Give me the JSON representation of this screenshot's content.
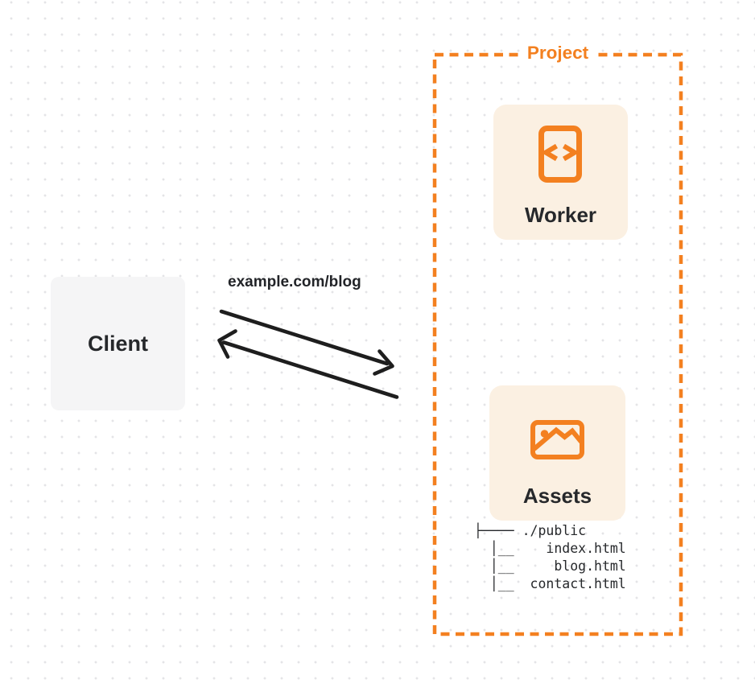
{
  "diagram": {
    "client": {
      "label": "Client"
    },
    "request_label": "example.com/blog",
    "project": {
      "label": "Project",
      "nodes": [
        {
          "label": "Worker",
          "icon": "code-file-icon"
        },
        {
          "label": "Assets",
          "icon": "image-icon"
        }
      ],
      "file_tree_lines": [
        "├──── ./public",
        "  │__    index.html",
        "  │__     blog.html",
        "  │__  contact.html"
      ]
    },
    "colors": {
      "accent_orange": "#F38020",
      "card_background": "#FBF0E2",
      "client_background": "#F5F5F6",
      "arrow_black": "#1E1E1E",
      "text_dark": "#26282B",
      "dot_grid": "#E4E4E7"
    }
  }
}
